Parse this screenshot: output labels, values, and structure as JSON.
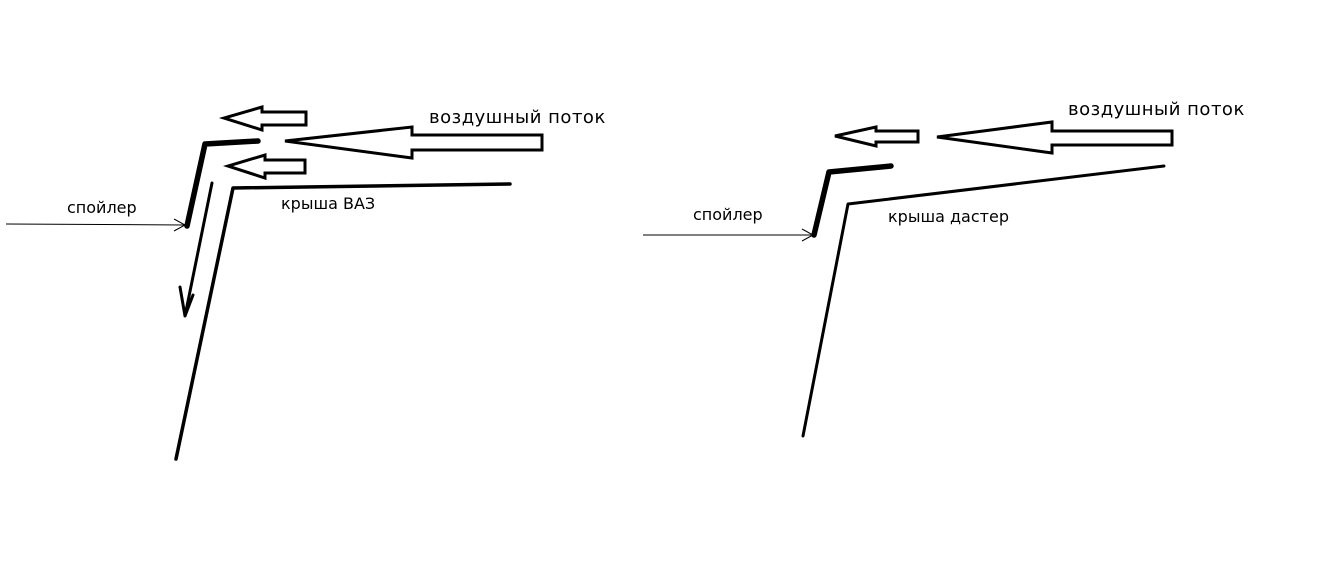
{
  "diagrams": {
    "left": {
      "flow_label": "воздушный поток",
      "spoiler_label": "спойлер",
      "roof_label": "крыша ВАЗ"
    },
    "right": {
      "flow_label": "воздушный поток",
      "spoiler_label": "спойлер",
      "roof_label": "крыша дастер"
    }
  },
  "colors": {
    "ink": "#000000",
    "background": "#ffffff"
  }
}
